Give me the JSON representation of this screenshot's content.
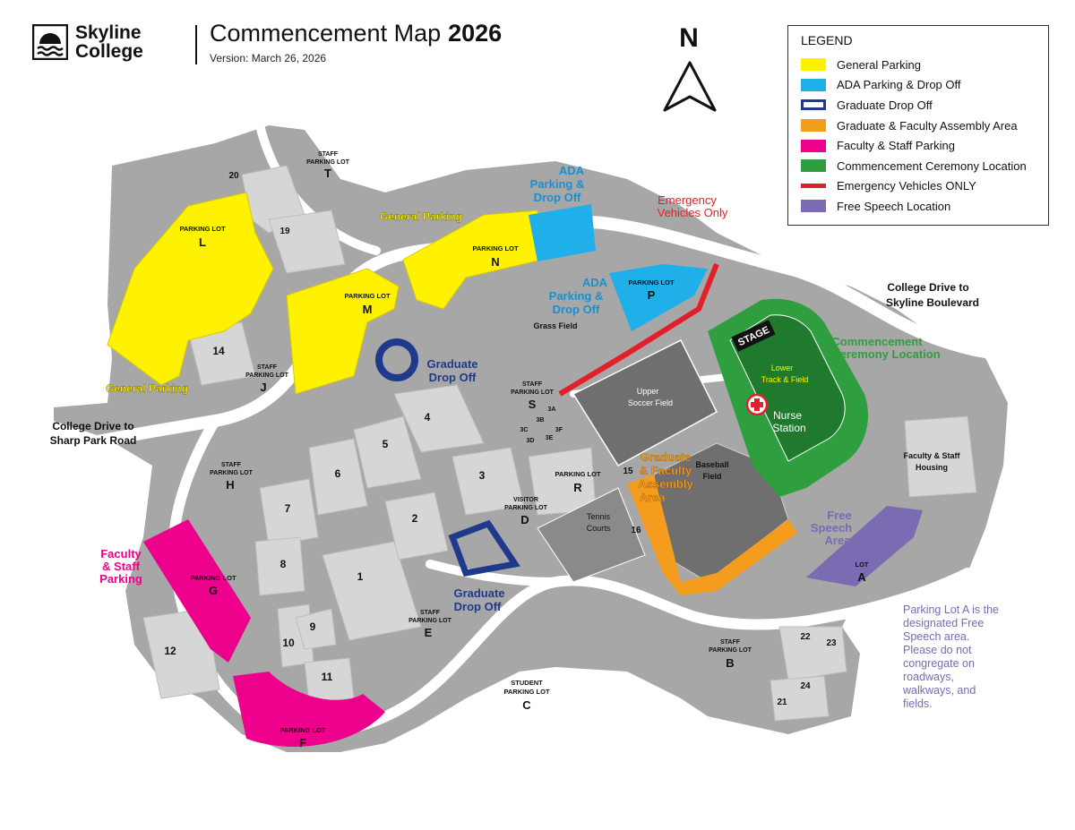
{
  "header": {
    "brand": [
      "Skyline",
      "College"
    ],
    "title": "Commencement Map",
    "year": "2026",
    "version": "Version: March 26, 2026"
  },
  "north": "N",
  "colors": {
    "general_parking": "#fff200",
    "ada": "#1fb0ea",
    "graduate_dropoff": "#1f3a8a",
    "assembly": "#f39c1e",
    "faculty_parking": "#ec008c",
    "ceremony": "#2e9e3e",
    "emergency": "#e3202a",
    "free_speech": "#7a6bb3",
    "building": "#d9d9d9",
    "road": "#ffffff",
    "ground": "#a7a7a7"
  },
  "legend": {
    "title": "LEGEND",
    "items": [
      {
        "label": "General Parking",
        "color": "#fff200",
        "kind": "fill"
      },
      {
        "label": "ADA Parking & Drop Off",
        "color": "#1fb0ea",
        "kind": "fill"
      },
      {
        "label": "Graduate Drop Off",
        "color": "#1f3a8a",
        "kind": "box"
      },
      {
        "label": "Graduate & Faculty Assembly Area",
        "color": "#f39c1e",
        "kind": "fill"
      },
      {
        "label": "Faculty & Staff Parking",
        "color": "#ec008c",
        "kind": "fill"
      },
      {
        "label": "Commencement Ceremony Location",
        "color": "#2e9e3e",
        "kind": "fill"
      },
      {
        "label": "Emergency Vehicles ONLY",
        "color": "#e3202a",
        "kind": "line"
      },
      {
        "label": "Free Speech Location",
        "color": "#7a6bb3",
        "kind": "fill"
      }
    ]
  },
  "roads": {
    "college_dr_sharp": [
      "College Drive to",
      "Sharp Park Road"
    ],
    "college_dr_skyline": [
      "College Drive to",
      "Skyline Boulevard"
    ]
  },
  "lots": {
    "L": [
      "PARKING LOT",
      "L"
    ],
    "M": [
      "PARKING LOT",
      "M"
    ],
    "N": [
      "PARKING LOT",
      "N"
    ],
    "P": [
      "PARKING LOT",
      "P"
    ],
    "R": [
      "PARKING LOT",
      "R"
    ],
    "G": [
      "PARKING LOT",
      "G"
    ],
    "F": [
      "PARKING LOT",
      "F"
    ],
    "T": [
      "STAFF",
      "PARKING LOT",
      "T"
    ],
    "J": [
      "STAFF",
      "PARKING LOT",
      "J"
    ],
    "H": [
      "STAFF",
      "PARKING LOT",
      "H"
    ],
    "S": [
      "STAFF",
      "PARKING LOT",
      "S"
    ],
    "E": [
      "STAFF",
      "PARKING LOT",
      "E"
    ],
    "B": [
      "STAFF",
      "PARKING LOT",
      "B"
    ],
    "D": [
      "VISITOR",
      "PARKING LOT",
      "D"
    ],
    "C": [
      "STUDENT",
      "PARKING LOT",
      "C"
    ],
    "A": [
      "LOT",
      "A"
    ]
  },
  "callouts": {
    "general_parking_top": "General Parking",
    "general_parking_left": "General Parking",
    "ada_top": [
      "ADA",
      "Parking &",
      "Drop Off"
    ],
    "ada_mid": [
      "ADA",
      "Parking &",
      "Drop Off"
    ],
    "emergency": [
      "Emergency",
      "Vehicles Only"
    ],
    "grad_drop_top": [
      "Graduate",
      "Drop Off"
    ],
    "grad_drop_bottom": [
      "Graduate",
      "Drop Off"
    ],
    "assembly": [
      "Graduate",
      "& Faculty",
      "Assembly",
      "Area"
    ],
    "faculty_parking": [
      "Faculty",
      "& Staff",
      "Parking"
    ],
    "ceremony": [
      "Commencement",
      "Ceremony Location"
    ],
    "free_speech": [
      "Free",
      "Speech",
      "Area"
    ],
    "nurse": [
      "Nurse",
      "Station"
    ],
    "stage": "STAGE"
  },
  "features": {
    "grass_field": "Grass Field",
    "upper_soccer": [
      "Upper",
      "Soccer Field"
    ],
    "track": [
      "Lower",
      "Track & Field"
    ],
    "baseball": [
      "Baseball",
      "Field"
    ],
    "tennis": [
      "Tennis",
      "Courts"
    ],
    "housing": [
      "Faculty & Staff",
      "Housing"
    ]
  },
  "buildings": [
    "1",
    "2",
    "3",
    "4",
    "5",
    "6",
    "7",
    "8",
    "9",
    "10",
    "11",
    "12",
    "14",
    "15",
    "16",
    "19",
    "20",
    "21",
    "22",
    "23",
    "24"
  ],
  "subbuildings": [
    "3A",
    "3B",
    "3C",
    "3D",
    "3E",
    "3F"
  ],
  "note": "Parking Lot A is the designated Free Speech area. Please do not congregate on roadways, walkways, and fields."
}
